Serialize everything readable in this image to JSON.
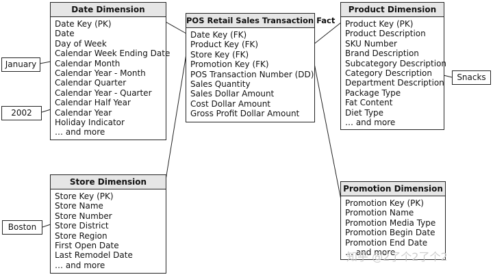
{
  "tables": {
    "date": {
      "title": "Date Dimension",
      "items": [
        "Date Key (PK)",
        "Date",
        "Day of Week",
        "Calendar Week Ending Date",
        "Calendar Month",
        "Calendar Year - Month",
        "Calendar Quarter",
        "Calendar Year - Quarter",
        "Calendar Half Year",
        "Calendar Year",
        "Holiday Indicator",
        "… and more"
      ]
    },
    "fact": {
      "title": "POS Retail Sales Transaction Fact",
      "items": [
        "Date Key (FK)",
        "Product Key (FK)",
        "Store Key (FK)",
        "Promotion Key (FK)",
        "POS Transaction Number (DD)",
        "Sales Quantity",
        "Sales Dollar Amount",
        "Cost Dollar Amount",
        "Gross Profit Dollar Amount"
      ]
    },
    "product": {
      "title": "Product Dimension",
      "items": [
        "Product Key (PK)",
        "Product Description",
        "SKU  Number",
        "Brand Description",
        "Subcategory Description",
        "Category Description",
        "Department Description",
        "Package Type",
        "Fat Content",
        "Diet Type",
        "… and more"
      ]
    },
    "store": {
      "title": "Store Dimension",
      "items": [
        "Store Key (PK)",
        "Store Name",
        "Store Number",
        "Store District",
        "Store Region",
        "First Open Date",
        "Last Remodel Date",
        "… and more"
      ]
    },
    "promotion": {
      "title": "Promotion Dimension",
      "items": [
        "Promotion Key (PK)",
        "Promotion Name",
        "Promotion Media Type",
        "Promotion Begin Date",
        "Promotion End Date",
        "… and more"
      ]
    }
  },
  "callouts": {
    "january": "January",
    "year2002": "2002",
    "snacks": "Snacks",
    "boston": "Boston"
  },
  "watermark": "知乎 @2了个2了个2"
}
